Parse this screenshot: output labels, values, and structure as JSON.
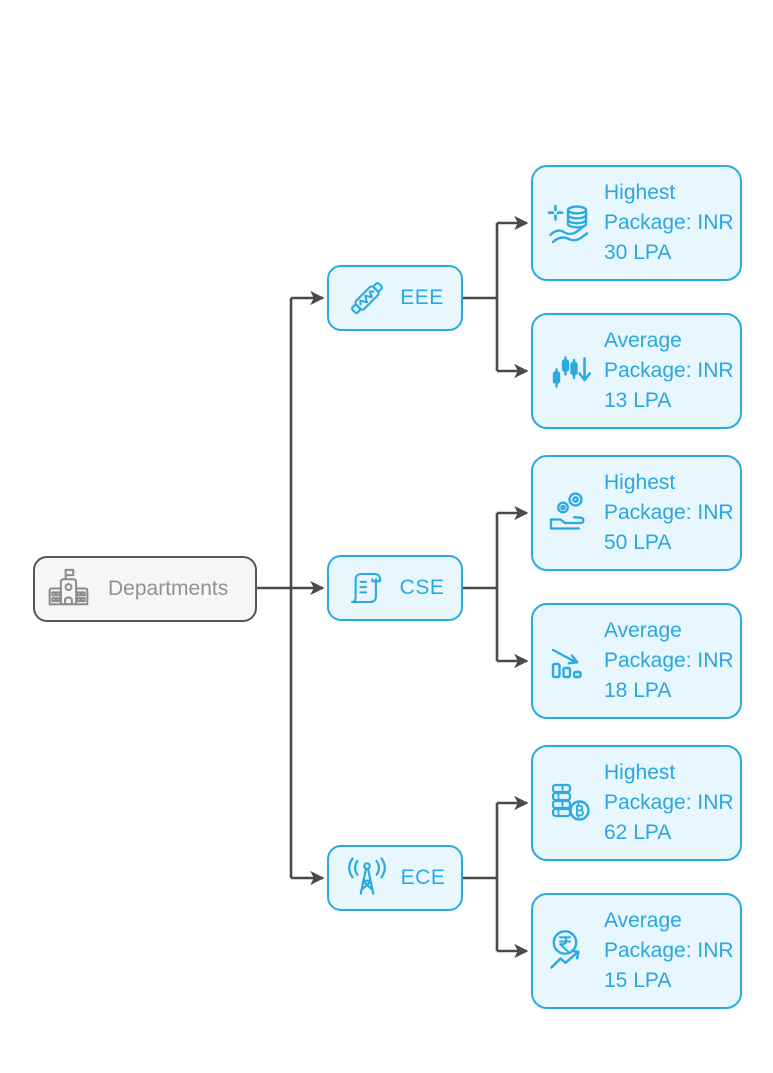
{
  "diagram": {
    "root": {
      "label": "Departments",
      "icon": "school-icon"
    },
    "branches": [
      {
        "label": "EEE",
        "icon": "resistor-icon",
        "children": [
          {
            "label": "Highest Package: INR 30 LPA",
            "icon": "hand-coins-sparkle-icon"
          },
          {
            "label": "Average Package: INR 13 LPA",
            "icon": "candlestick-down-icon"
          }
        ]
      },
      {
        "label": "CSE",
        "icon": "scroll-icon",
        "children": [
          {
            "label": "Highest Package: INR 50 LPA",
            "icon": "hand-coin-drop-icon"
          },
          {
            "label": "Average Package: INR 18 LPA",
            "icon": "declining-bars-icon"
          }
        ]
      },
      {
        "label": "ECE",
        "icon": "antenna-icon",
        "children": [
          {
            "label": "Highest Package: INR 62 LPA",
            "icon": "coin-stack-bitcoin-icon"
          },
          {
            "label": "Average Package: INR 15 LPA",
            "icon": "rupee-trend-up-icon"
          }
        ]
      }
    ],
    "colors": {
      "accent": "#29abe2",
      "node_fill": "#e8f6fd",
      "root_border": "#54565a",
      "root_fill": "#f6f6f7",
      "root_text": "#8f9193",
      "connector": "#4a4a4a"
    }
  }
}
